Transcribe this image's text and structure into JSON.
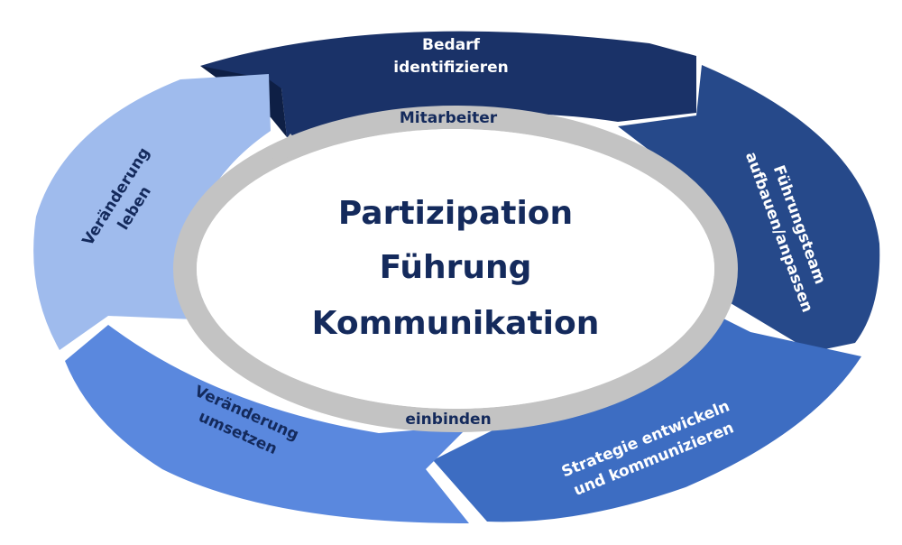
{
  "segments": [
    {
      "id": "bedarf",
      "lines": [
        "Bedarf",
        "identifizieren"
      ],
      "color": "#1a3268"
    },
    {
      "id": "fuehrungsteam",
      "lines": [
        "Führungsteam",
        "aufbauen/anpassen"
      ],
      "color": "#26498a"
    },
    {
      "id": "strategie",
      "lines": [
        "Strategie entwickeln",
        "und kommunizieren"
      ],
      "color": "#3d6dc2"
    },
    {
      "id": "umsetzen",
      "lines": [
        "Veränderung",
        "umsetzen"
      ],
      "color": "#5a88de"
    },
    {
      "id": "leben",
      "lines": [
        "Veränderung",
        "leben"
      ],
      "color": "#9fbbed"
    }
  ],
  "ring": {
    "top_label": "Mitarbeiter",
    "bottom_label": "einbinden",
    "color": "#c3c3c3"
  },
  "center": {
    "lines": [
      "Partizipation",
      "Führung",
      "Kommunikation"
    ]
  }
}
